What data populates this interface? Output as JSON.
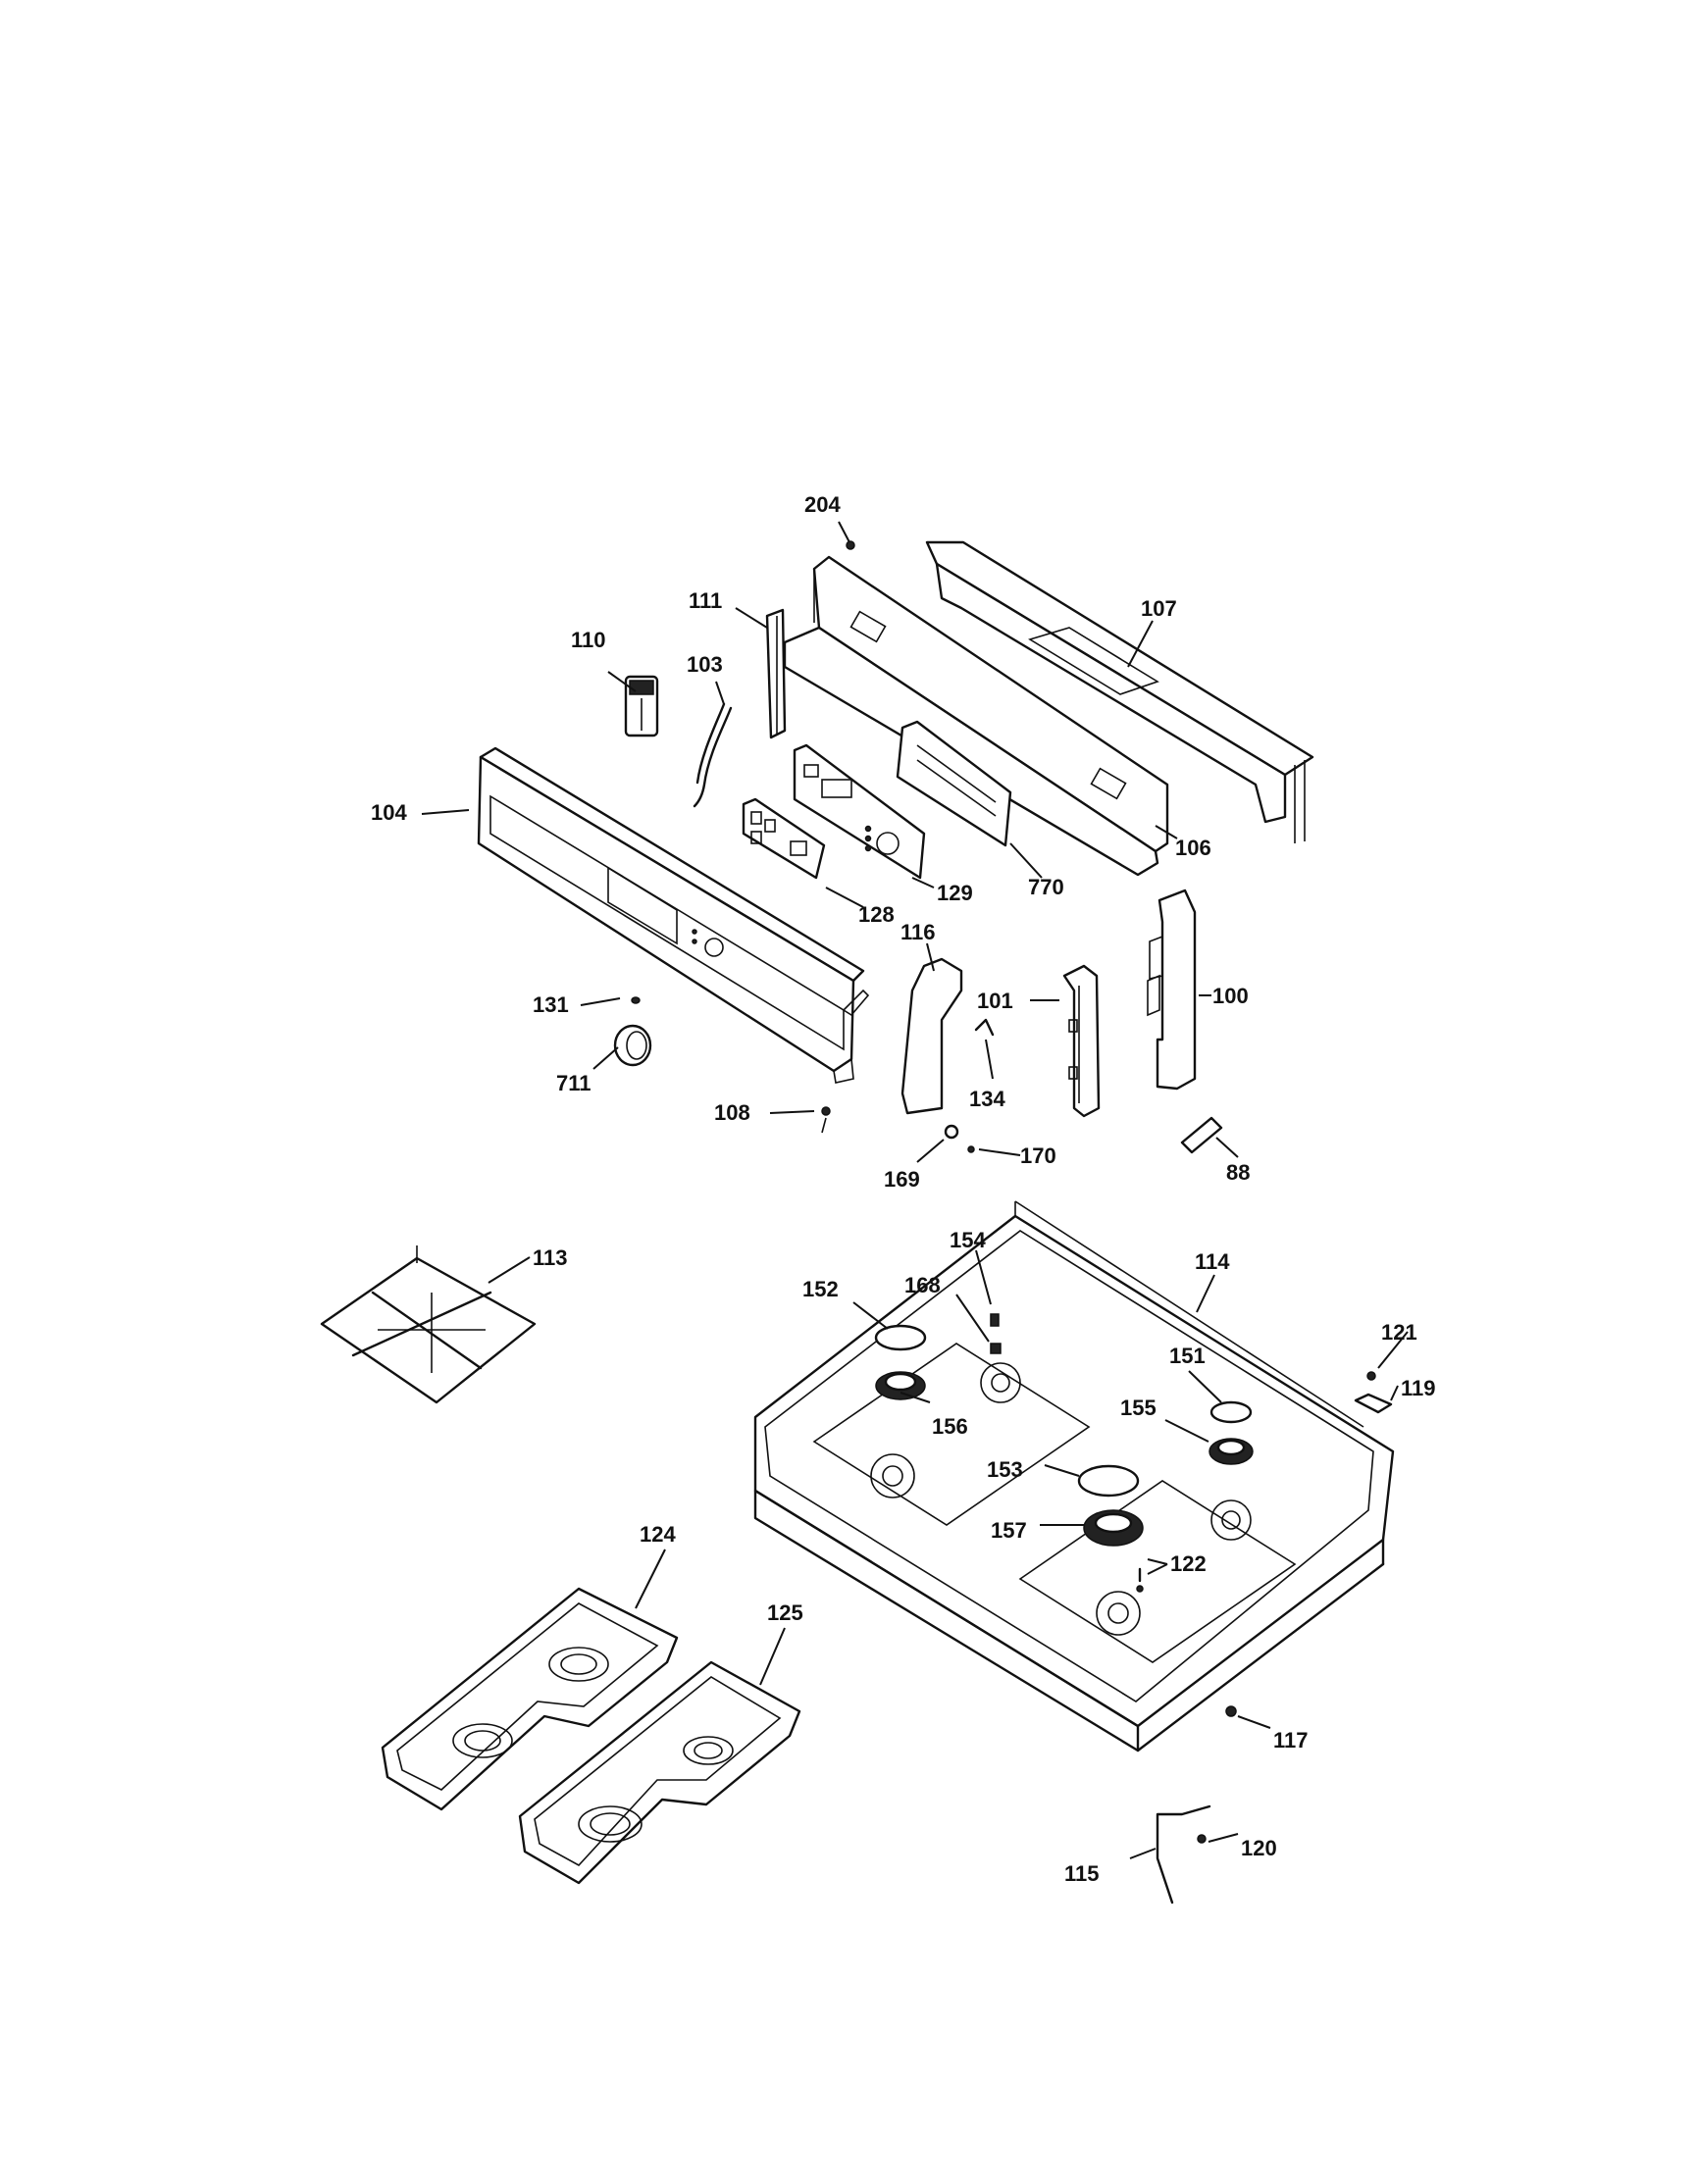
{
  "callouts": {
    "c204": "204",
    "c107": "107",
    "c111": "111",
    "c110": "110",
    "c103": "103",
    "c104": "104",
    "c106": "106",
    "c770": "770",
    "c129": "129",
    "c128": "128",
    "c116": "116",
    "c101": "101",
    "c100": "100",
    "c131": "131",
    "c711": "711",
    "c108": "108",
    "c134": "134",
    "c169": "169",
    "c170": "170",
    "c88": "88",
    "c113": "113",
    "c114": "114",
    "c154": "154",
    "c168": "168",
    "c152": "152",
    "c121": "121",
    "c119": "119",
    "c151": "151",
    "c155": "155",
    "c156": "156",
    "c153": "153",
    "c157": "157",
    "c122": "122",
    "c124": "124",
    "c125": "125",
    "c117": "117",
    "c120": "120",
    "c115": "115"
  }
}
